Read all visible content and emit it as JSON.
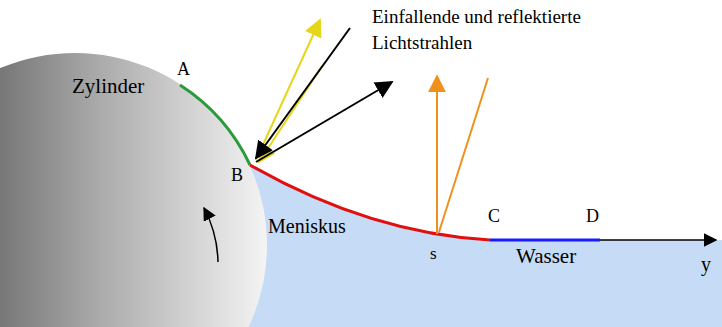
{
  "diagram": {
    "labels": [
      "Einfallende und reflektierte Lichtstrahlen",
      "A",
      "Zylinder",
      "B",
      "Meniskus",
      "s",
      "C",
      "D",
      "Wasser",
      "y"
    ]
  }
}
